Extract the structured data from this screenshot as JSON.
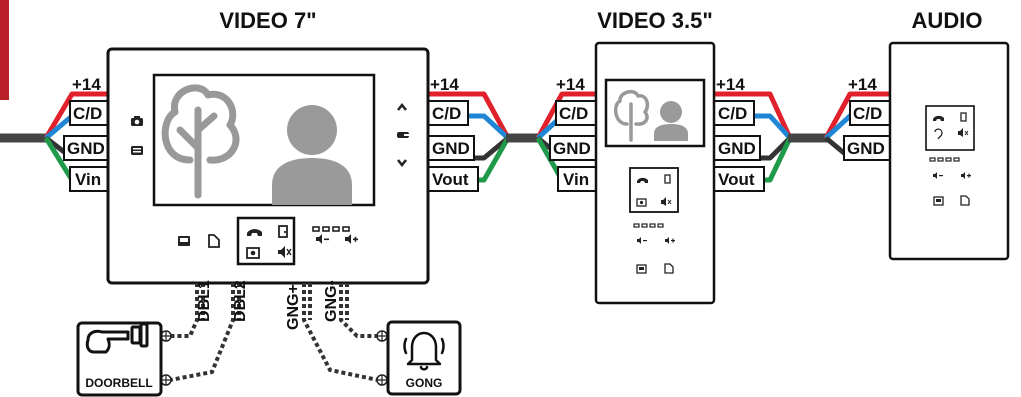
{
  "titles": {
    "video7": "VIDEO 7\"",
    "video35": "VIDEO 3.5\"",
    "audio": "AUDIO"
  },
  "wires": {
    "plus14": "+14",
    "cd": "C/D",
    "gnd": "GND",
    "vin": "Vin",
    "vout": "Vout"
  },
  "wire_colors": {
    "plus14": "#e0212b",
    "cd": "#1f86d6",
    "gnd": "#333333",
    "vin": "#1f9a4a",
    "accent": "#b9202a"
  },
  "terminals": {
    "dbl1": "DBL1",
    "dbl2": "DBL2",
    "gngplus": "GNG+",
    "gngminus": "GNG-"
  },
  "devices": {
    "doorbell": "DOORBELL",
    "gong": "GONG"
  }
}
